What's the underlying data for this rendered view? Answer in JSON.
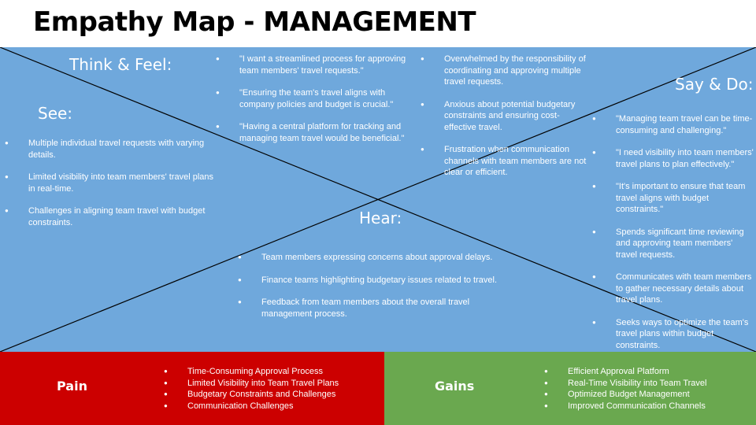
{
  "title": "Empathy Map - MANAGEMENT",
  "colors": {
    "map_bg": "#6fa8dc",
    "pain_bg": "#cc0000",
    "gains_bg": "#6aa84f",
    "text": "#ffffff"
  },
  "think_feel": {
    "heading": "Think & Feel:",
    "items": [
      "\"I want a streamlined process for approving team members' travel requests.\"",
      "\"Ensuring the team's travel aligns with company policies and budget is crucial.\"",
      "\"Having a central platform for tracking and managing team travel would be beneficial.\"",
      "Overwhelmed by the responsibility of coordinating and approving multiple travel requests.",
      "Anxious about potential budgetary constraints and ensuring cost-effective travel.",
      "Frustration when communication channels with team members are not clear or efficient."
    ]
  },
  "see": {
    "heading": "See:",
    "items": [
      "Multiple individual travel requests with varying details.",
      "Limited visibility into team members' travel plans in real-time.",
      "Challenges in aligning team travel with budget constraints."
    ]
  },
  "say_do": {
    "heading": "Say & Do:",
    "items": [
      "\"Managing team travel can be time-consuming and challenging.\"",
      "\"I need visibility into team members' travel plans to plan effectively.\"",
      "\"It's important to ensure that team travel aligns with budget constraints.\"",
      "Spends significant time reviewing and approving team members' travel requests.",
      "Communicates with team members to gather necessary details about travel plans.",
      "Seeks ways to optimize the team's travel plans within budget constraints."
    ]
  },
  "hear": {
    "heading": "Hear:",
    "items": [
      "Team members expressing concerns about approval delays.",
      "Finance teams highlighting budgetary issues related to travel.",
      "Feedback from team members about the overall travel management process."
    ]
  },
  "pain": {
    "heading": "Pain",
    "items": [
      "Time-Consuming Approval Process",
      "Limited Visibility into Team Travel Plans",
      "Budgetary Constraints and Challenges",
      "Communication Challenges"
    ]
  },
  "gains": {
    "heading": "Gains",
    "items": [
      "Efficient Approval Platform",
      "Real-Time Visibility into Team Travel",
      "Optimized Budget Management",
      "Improved Communication Channels"
    ]
  }
}
